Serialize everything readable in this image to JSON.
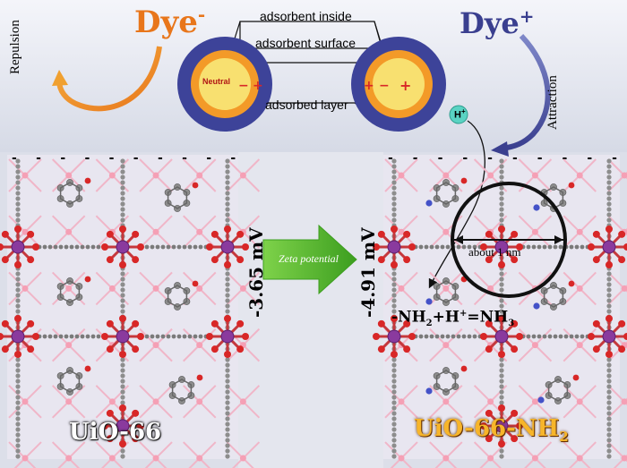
{
  "labels": {
    "dye_negative": "Dye",
    "dye_negative_sup": "-",
    "dye_positive": "Dye",
    "dye_positive_sup": "+",
    "repulsion": "Repulsion",
    "attraction": "Attraction",
    "adsorbent_inside": "adsorbent inside",
    "adsorbent_surface": "adsorbent surface",
    "adsorbed_layer": "adsorbed layer",
    "neutral": "Neutral",
    "proton": "H",
    "proton_sup": "+",
    "zeta_potential": "Zeta  potential",
    "zeta_left": "-3.65 mV",
    "zeta_right": "-4.91 mV",
    "about_1nm": "about 1 nm",
    "reaction_a": "-NH",
    "reaction_a_sub": "2",
    "reaction_b": "+H",
    "reaction_b_sup": "+",
    "reaction_c": "=NH",
    "reaction_c_sub": "3",
    "material_left": "UiO-66",
    "material_right_base": "UiO-66-NH",
    "material_right_sub": "2",
    "surface_charge_sign": "-"
  },
  "colors": {
    "dye_negative": "#e8761b",
    "dye_positive": "#3a3f8f",
    "outer_ring": "#3d4399",
    "middle_ring": "#f39a28",
    "core": "#f8e070",
    "zr_node": "#8a3a9e",
    "oxygen": "#d82727",
    "carbon": "#8d8d8d",
    "nitrogen": "#4452c8",
    "arrow_green": "#55b82d",
    "label_orange": "#f7b52a"
  },
  "icons": {
    "repulsion_arrow": "curved-arrow-left",
    "attraction_arrow": "curved-arrow-right",
    "process_arrow": "right-arrow"
  }
}
